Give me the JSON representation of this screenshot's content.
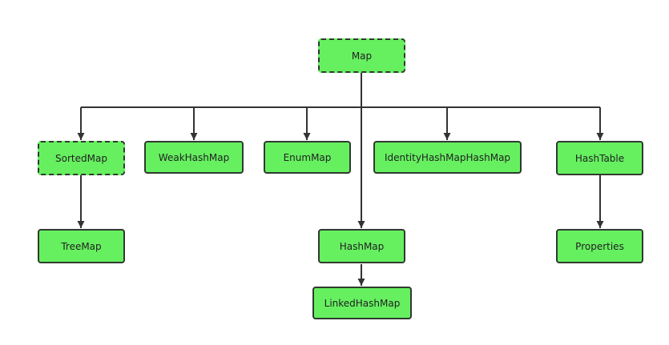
{
  "diagram": {
    "colors": {
      "node_fill": "#66f060",
      "node_border": "#2f3a2f",
      "edge": "#333333",
      "background": "#ffffff"
    },
    "nodes": {
      "map": {
        "label": "Map",
        "style": "dashed"
      },
      "sorted_map": {
        "label": "SortedMap",
        "style": "dashed"
      },
      "weak_hash_map": {
        "label": "WeakHashMap",
        "style": "solid"
      },
      "enum_map": {
        "label": "EnumMap",
        "style": "solid"
      },
      "identity_hash_map": {
        "label": "IdentityHashMapHashMap",
        "style": "solid"
      },
      "hash_table": {
        "label": "HashTable",
        "style": "solid"
      },
      "tree_map": {
        "label": "TreeMap",
        "style": "solid"
      },
      "hash_map": {
        "label": "HashMap",
        "style": "solid"
      },
      "properties": {
        "label": "Properties",
        "style": "solid"
      },
      "linked_hash_map": {
        "label": "LinkedHashMap",
        "style": "solid"
      }
    },
    "edges": [
      {
        "from": "map",
        "to": "sorted_map"
      },
      {
        "from": "map",
        "to": "weak_hash_map"
      },
      {
        "from": "map",
        "to": "enum_map"
      },
      {
        "from": "map",
        "to": "identity_hash_map"
      },
      {
        "from": "map",
        "to": "hash_table"
      },
      {
        "from": "map",
        "to": "hash_map"
      },
      {
        "from": "sorted_map",
        "to": "tree_map"
      },
      {
        "from": "hash_table",
        "to": "properties"
      },
      {
        "from": "hash_map",
        "to": "linked_hash_map"
      }
    ]
  }
}
